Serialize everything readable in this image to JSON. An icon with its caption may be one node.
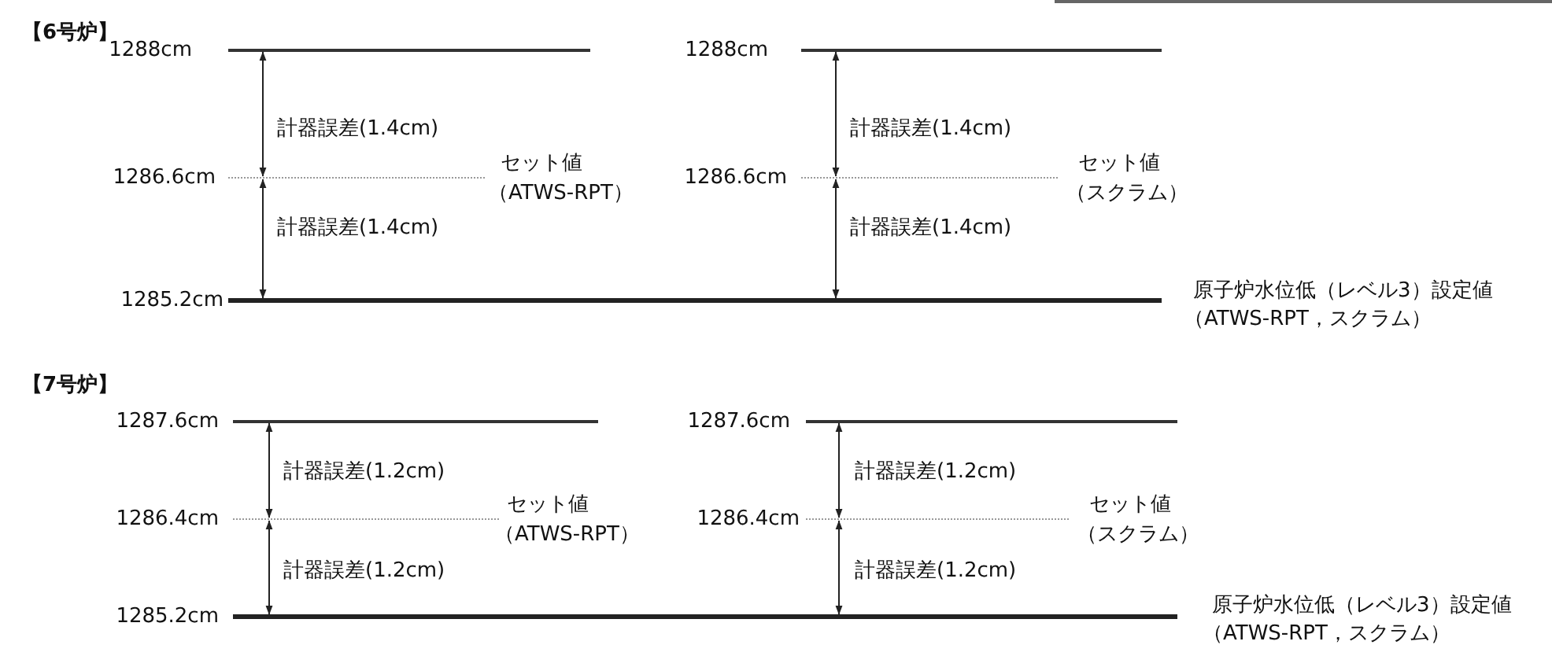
{
  "diagram": {
    "labels": [
      "【6号炉】",
      "1288cm",
      "1288cm",
      "計器誤差(1.4cm)",
      "計器誤差(1.4cm)",
      "1286.6cm",
      "セット値",
      "（ATWS-RPT）",
      "1286.6cm",
      "セット値",
      "（スクラム）",
      "計器誤差(1.4cm)",
      "計器誤差(1.4cm)",
      "1285.2cm",
      "原子炉水位低（レベル3）設定値",
      "（ATWS-RPT，スクラム）",
      "【7号炉】",
      "1287.6cm",
      "1287.6cm",
      "計器誤差(1.2cm)",
      "計器誤差(1.2cm)",
      "1286.4cm",
      "セット値",
      "（ATWS-RPT）",
      "1286.4cm",
      "セット値",
      "（スクラム）",
      "計器誤差(1.2cm)",
      "計器誤差(1.2cm)",
      "1285.2cm",
      "原子炉水位低（レベル3）設定値",
      "（ATWS-RPT，スクラム）"
    ]
  }
}
